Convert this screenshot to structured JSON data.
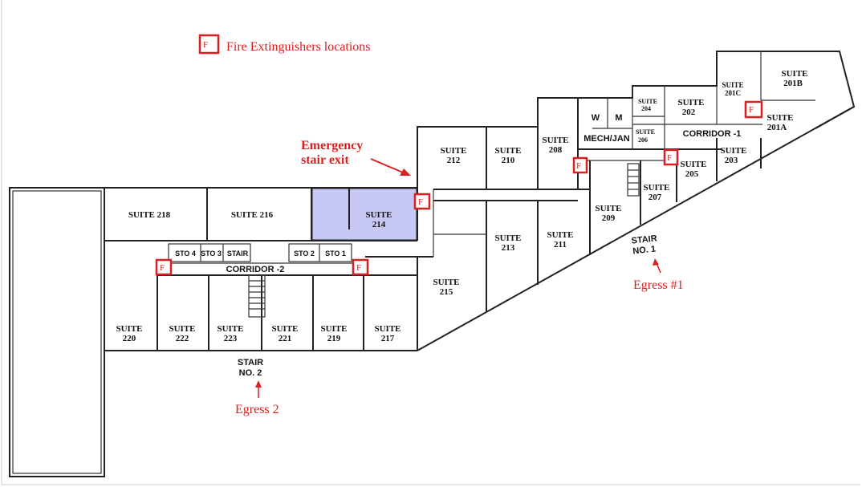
{
  "legend": {
    "symbol": "F",
    "label": "Fire Extinguishers locations"
  },
  "annotations": {
    "emergency_exit_line1": "Emergency",
    "emergency_exit_line2": "stair exit",
    "egress_1": "Egress #1",
    "egress_2": "Egress 2"
  },
  "stairs": {
    "stair_1_line1": "STAIR",
    "stair_1_line2": "NO. 1",
    "stair_2_line1": "STAIR",
    "stair_2_line2": "NO. 2"
  },
  "corridors": {
    "corridor_2": "CORRIDOR -2",
    "corridor_1": "CORRIDOR -1"
  },
  "storage": {
    "sto4": "STO 4",
    "sto3": "STO 3",
    "stair_abbr": "STAIR",
    "sto2": "STO 2",
    "sto1": "STO 1"
  },
  "utility": {
    "w": "W",
    "m": "M",
    "mech": "MECH/JAN"
  },
  "suites": {
    "s218": "SUITE 218",
    "s216": "SUITE 216",
    "s214_a": "SUITE",
    "s214_b": "214",
    "s220_a": "SUITE",
    "s220_b": "220",
    "s222_a": "SUITE",
    "s222_b": "222",
    "s223_a": "SUITE",
    "s223_b": "223",
    "s221_a": "SUITE",
    "s221_b": "221",
    "s219_a": "SUITE",
    "s219_b": "219",
    "s217_a": "SUITE",
    "s217_b": "217",
    "s215_a": "SUITE",
    "s215_b": "215",
    "s213_a": "SUITE",
    "s213_b": "213",
    "s211_a": "SUITE",
    "s211_b": "211",
    "s212_a": "SUITE",
    "s212_b": "212",
    "s210_a": "SUITE",
    "s210_b": "210",
    "s208_a": "SUITE",
    "s208_b": "208",
    "s209_a": "SUITE",
    "s209_b": "209",
    "s207_a": "SUITE",
    "s207_b": "207",
    "s205_a": "SUITE",
    "s205_b": "205",
    "s203_a": "SUITE",
    "s203_b": "203",
    "s204_a": "SUITE",
    "s204_b": "204",
    "s206_a": "SUITE",
    "s206_b": "206",
    "s202_a": "SUITE",
    "s202_b": "202",
    "s201c_a": "SUITE",
    "s201c_b": "201C",
    "s201b_a": "SUITE",
    "s201b_b": "201B",
    "s201a_a": "SUITE",
    "s201a_b": "201A"
  },
  "colors": {
    "accent_red": "#d91f1f",
    "highlight_suite": "#c8c8f4",
    "wall": "#222222"
  }
}
